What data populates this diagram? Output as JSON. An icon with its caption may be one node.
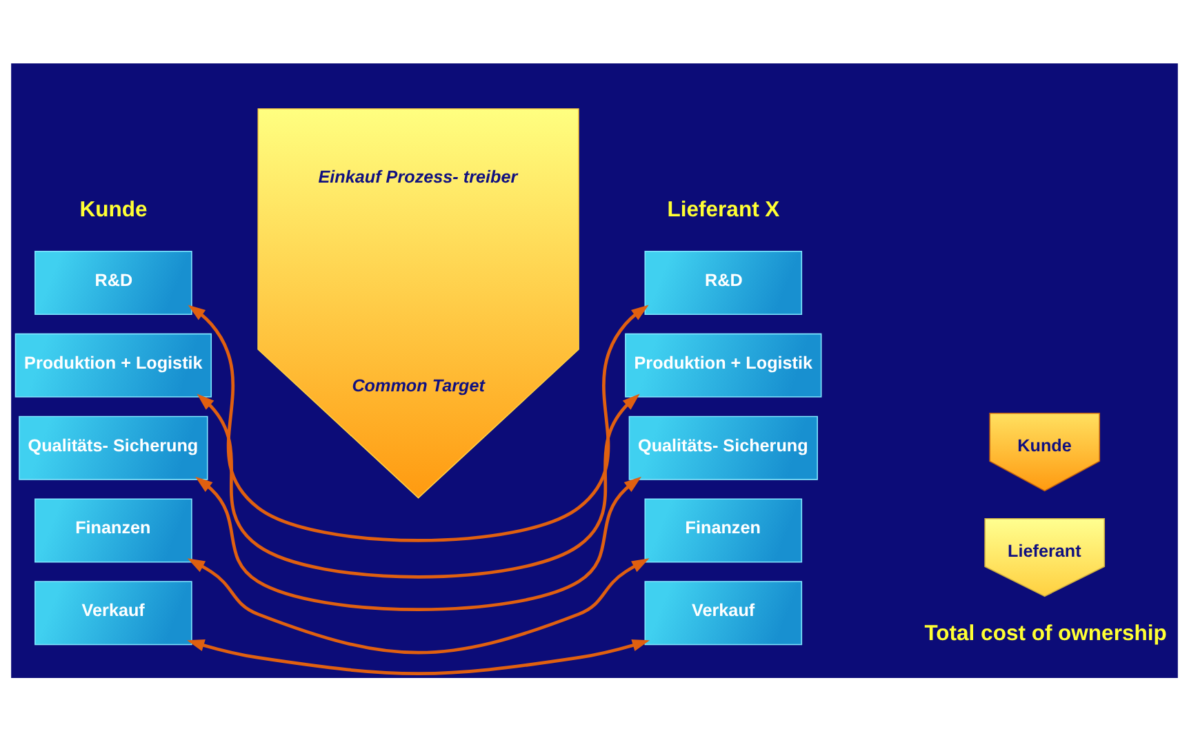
{
  "diagram": {
    "nodes": [
      {
        "text": [
          "Einkauf Prozess- treiber",
          "Common Target"
        ]
      },
      {
        "text": [
          "R&D"
        ]
      },
      {
        "text": [
          "Produktion + Logistik"
        ]
      },
      {
        "text": [
          "Qualitäts- Sicherung"
        ]
      },
      {
        "text": [
          "Finanzen"
        ]
      },
      {
        "text": [
          "Verkauf"
        ]
      },
      {
        "text": [
          "R&D"
        ]
      },
      {
        "text": [
          "Produktion + Logistik"
        ]
      },
      {
        "text": [
          "Qualitäts- Sicherung"
        ]
      },
      {
        "text": [
          "Finanzen"
        ]
      },
      {
        "text": [
          "Verkauf"
        ]
      },
      {
        "text": [
          "Kunde"
        ]
      },
      {
        "text": [
          "Lieferant"
        ]
      }
    ],
    "edges": [
      {
        "from": 1,
        "to": 6,
        "arrow": "both"
      },
      {
        "from": 2,
        "to": 7,
        "arrow": "both"
      },
      {
        "from": 3,
        "to": 8,
        "arrow": "both"
      },
      {
        "from": 4,
        "to": 9,
        "arrow": "both"
      },
      {
        "from": 5,
        "to": 10,
        "arrow": "both"
      }
    ],
    "labels": [
      "Kunde",
      "Lieferant X",
      "Total cost of ownership"
    ]
  }
}
